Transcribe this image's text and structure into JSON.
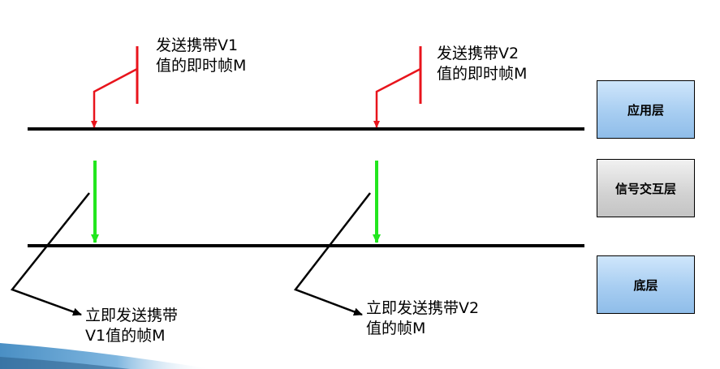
{
  "captions": {
    "send_v1_line1": "发送携带V1",
    "send_v1_line2": "值的即时帧M",
    "send_v2_line1": "发送携带V2",
    "send_v2_line2": "值的即时帧M",
    "immediate_v1_line1": "立即发送携带",
    "immediate_v1_line2": "V1值的帧M",
    "immediate_v2_line1": "立即发送携带V2",
    "immediate_v2_line2": "值的帧M"
  },
  "layers": {
    "application": "应用层",
    "signal_interaction": "信号交互层",
    "bottom": "底层"
  },
  "colors": {
    "app_arrow": "#e8141c",
    "signal_arrow": "#22e61e",
    "bottom_arrow": "#000000",
    "layer_line": "#000000"
  }
}
